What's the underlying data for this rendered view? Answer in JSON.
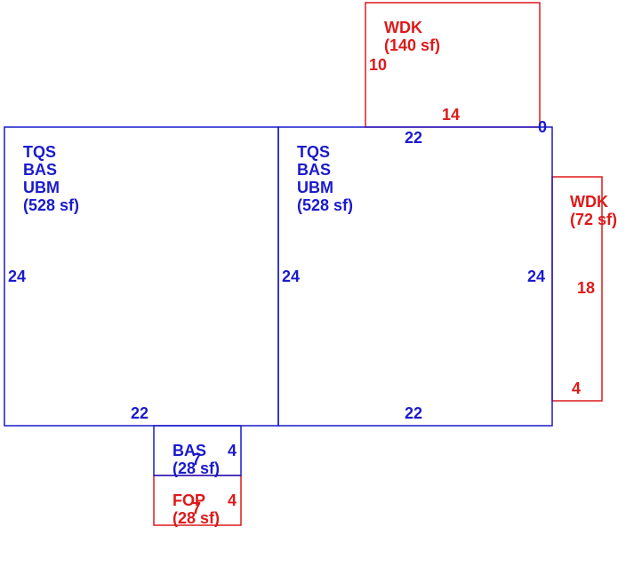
{
  "colors": {
    "living": "#1a1acc",
    "deck": "#dd1a1a"
  },
  "areas": {
    "left_main": {
      "codes": [
        "TQS",
        "BAS",
        "UBM"
      ],
      "area": "(528 sf)"
    },
    "right_main": {
      "codes": [
        "TQS",
        "BAS",
        "UBM"
      ],
      "area": "(528 sf)"
    },
    "wdk_top": {
      "codes": [
        "WDK"
      ],
      "area": "(140 sf)"
    },
    "wdk_right": {
      "codes": [
        "WDK"
      ],
      "area": "(72 sf)"
    },
    "bas_small": {
      "codes": [
        "BAS"
      ],
      "area": "(28 sf)"
    },
    "fop_small": {
      "codes": [
        "FOP"
      ],
      "area": "(28 sf)"
    }
  },
  "dimensions": {
    "left_main_left": "24",
    "left_main_bottom": "22",
    "right_main_left": "24",
    "right_main_right": "24",
    "right_main_top": "22",
    "right_main_bottom": "22",
    "wdk_top_left": "10",
    "wdk_top_bottom": "14",
    "wdk_top_corner": "0",
    "wdk_right_side": "18",
    "wdk_right_bottom": "4",
    "bas_small_right": "4",
    "bas_small_bottom": "7",
    "fop_small_right": "4",
    "fop_small_bottom": "7"
  }
}
